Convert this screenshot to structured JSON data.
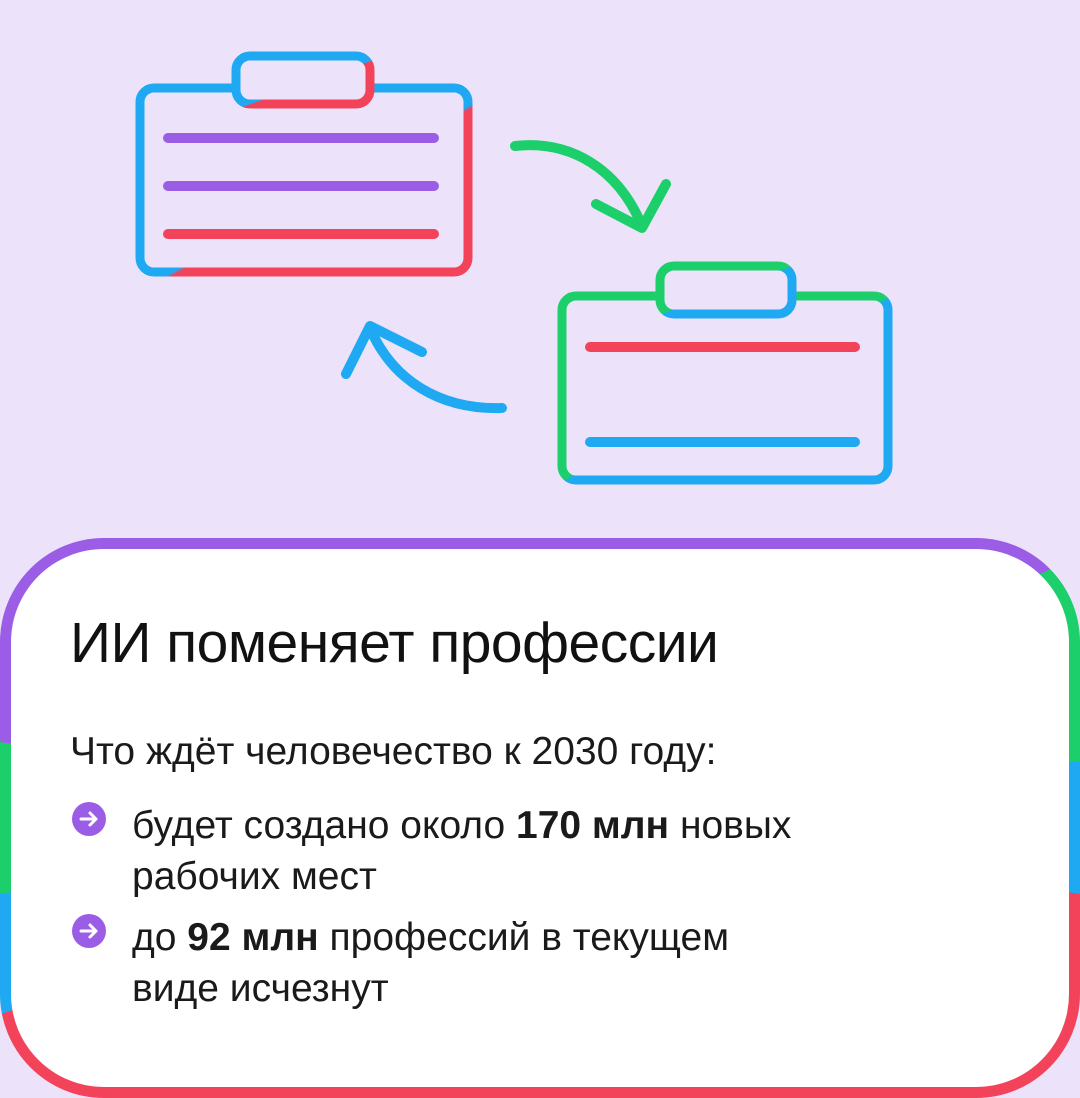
{
  "title": "ИИ поменяет профессии",
  "intro": "Что ждёт человечество к 2030 году:",
  "bullets": [
    {
      "icon": "arrow-right-icon",
      "before": "будет создано около ",
      "strong": "170 млн",
      "after": " новых",
      "line2": "рабочих мест"
    },
    {
      "icon": "arrow-right-icon",
      "before": "до ",
      "strong": "92 млн",
      "after": " профессий в текущем",
      "line2": "виде исчезнут"
    }
  ],
  "colors": {
    "background": "#ECE3FA",
    "purple": "#9B5CE6",
    "green": "#1CCF6A",
    "blue": "#1FA9F2",
    "red": "#F2435A",
    "card": "#FFFFFF"
  },
  "illustration": {
    "icons": [
      "clipboard-icon",
      "curved-arrow-icon",
      "clipboard-icon",
      "curved-arrow-icon"
    ]
  }
}
